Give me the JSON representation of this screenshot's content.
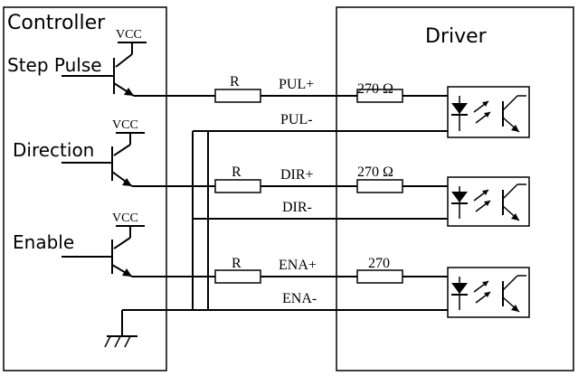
{
  "controller": {
    "title": "Controller"
  },
  "driver": {
    "title": "Driver"
  },
  "channels": [
    {
      "input_label": "Step Pulse",
      "vcc": "VCC",
      "resistor": "R",
      "plus": "PUL+",
      "minus": "PUL-",
      "driver_resistor": "270 Ω"
    },
    {
      "input_label": "Direction",
      "vcc": "VCC",
      "resistor": "R",
      "plus": "DIR+",
      "minus": "DIR-",
      "driver_resistor": "270 Ω"
    },
    {
      "input_label": "Enable",
      "vcc": "VCC",
      "resistor": "R",
      "plus": "ENA+",
      "minus": "ENA-",
      "driver_resistor": "270"
    }
  ]
}
